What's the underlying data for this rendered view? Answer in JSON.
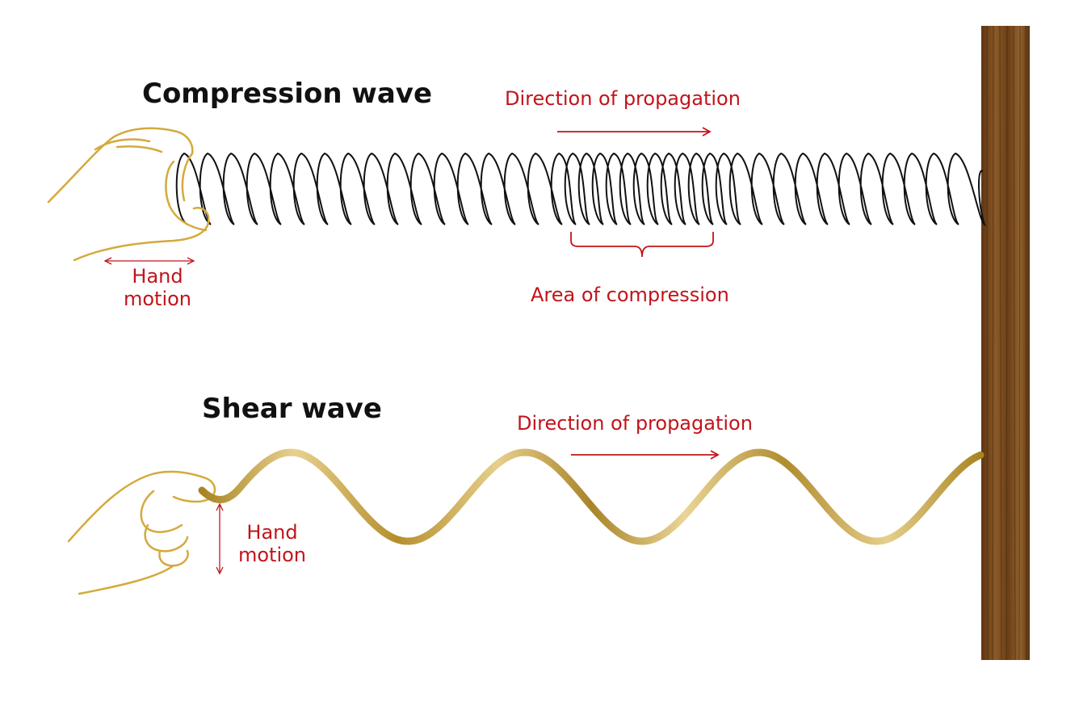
{
  "compression": {
    "title": "Compression wave",
    "direction_label": "Direction of propagation",
    "area_label": "Area of compression",
    "hand_motion_line1": "Hand",
    "hand_motion_line2": "motion"
  },
  "shear": {
    "title": "Shear wave",
    "direction_label": "Direction of propagation",
    "hand_motion_line1": "Hand",
    "hand_motion_line2": "motion"
  },
  "colors": {
    "annotation_red": "#c0151b",
    "spring_black": "#111111",
    "hand_gold": "#d4aa3c",
    "rope_gold": "#b8912e",
    "wall_brown": "#7a4a1e"
  }
}
